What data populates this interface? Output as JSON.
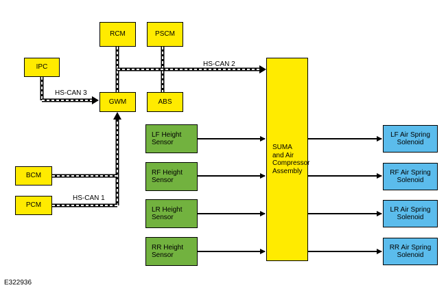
{
  "buses": {
    "hs_can_1": "HS-CAN 1",
    "hs_can_2": "HS-CAN 2",
    "hs_can_3": "HS-CAN 3"
  },
  "modules": {
    "rcm": "RCM",
    "pscm": "PSCM",
    "ipc": "IPC",
    "gwm": "GWM",
    "abs": "ABS",
    "bcm": "BCM",
    "pcm": "PCM"
  },
  "sensors": [
    "LF Height\nSensor",
    "RF Height\nSensor",
    "LR Height\nSensor",
    "RR Height\nSensor"
  ],
  "suma": "SUMA\nand Air\nCompressor\nAssembly",
  "solenoids": [
    "LF Air Spring\nSolenoid",
    "RF Air Spring\nSolenoid",
    "LR Air Spring\nSolenoid",
    "RR Air Spring\nSolenoid"
  ],
  "figure_id": "E322936",
  "colors": {
    "module": "#ffeb00",
    "sensor": "#72b23f",
    "solenoid": "#5bbcec"
  }
}
